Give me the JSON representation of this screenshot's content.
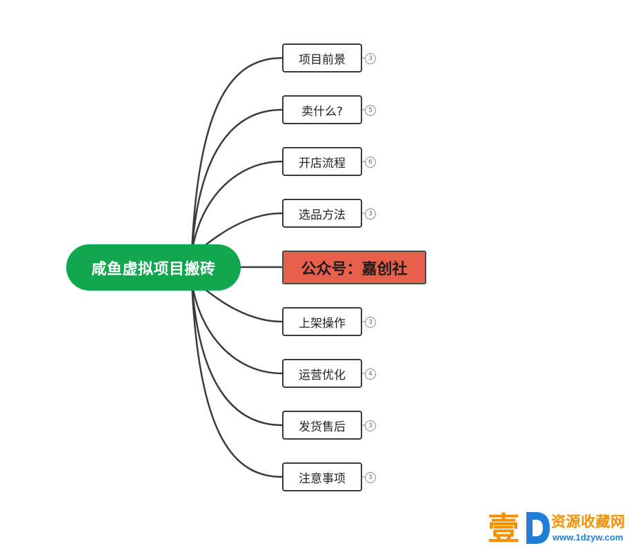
{
  "mindmap": {
    "root": "咸鱼虚拟项目搬砖",
    "branches": [
      {
        "label": "项目前景",
        "count": "3"
      },
      {
        "label": "卖什么?",
        "count": "5"
      },
      {
        "label": "开店流程",
        "count": "6"
      },
      {
        "label": "选品方法",
        "count": "3"
      },
      {
        "label": "公众号：嘉创社",
        "highlight": true
      },
      {
        "label": "上架操作",
        "count": "3"
      },
      {
        "label": "运营优化",
        "count": "4"
      },
      {
        "label": "发货售后",
        "count": "3"
      },
      {
        "label": "注意事项",
        "count": "3"
      }
    ]
  },
  "colors": {
    "root_fill": "#12a64e",
    "highlight_fill": "#e8604c",
    "connector": "#3a3a3a",
    "watermark_orange": "#f39200",
    "watermark_blue": "#1f7fd6"
  },
  "watermark": {
    "char": "壹",
    "site_name": "资源收藏网",
    "url": "www.1dzyw.com"
  }
}
